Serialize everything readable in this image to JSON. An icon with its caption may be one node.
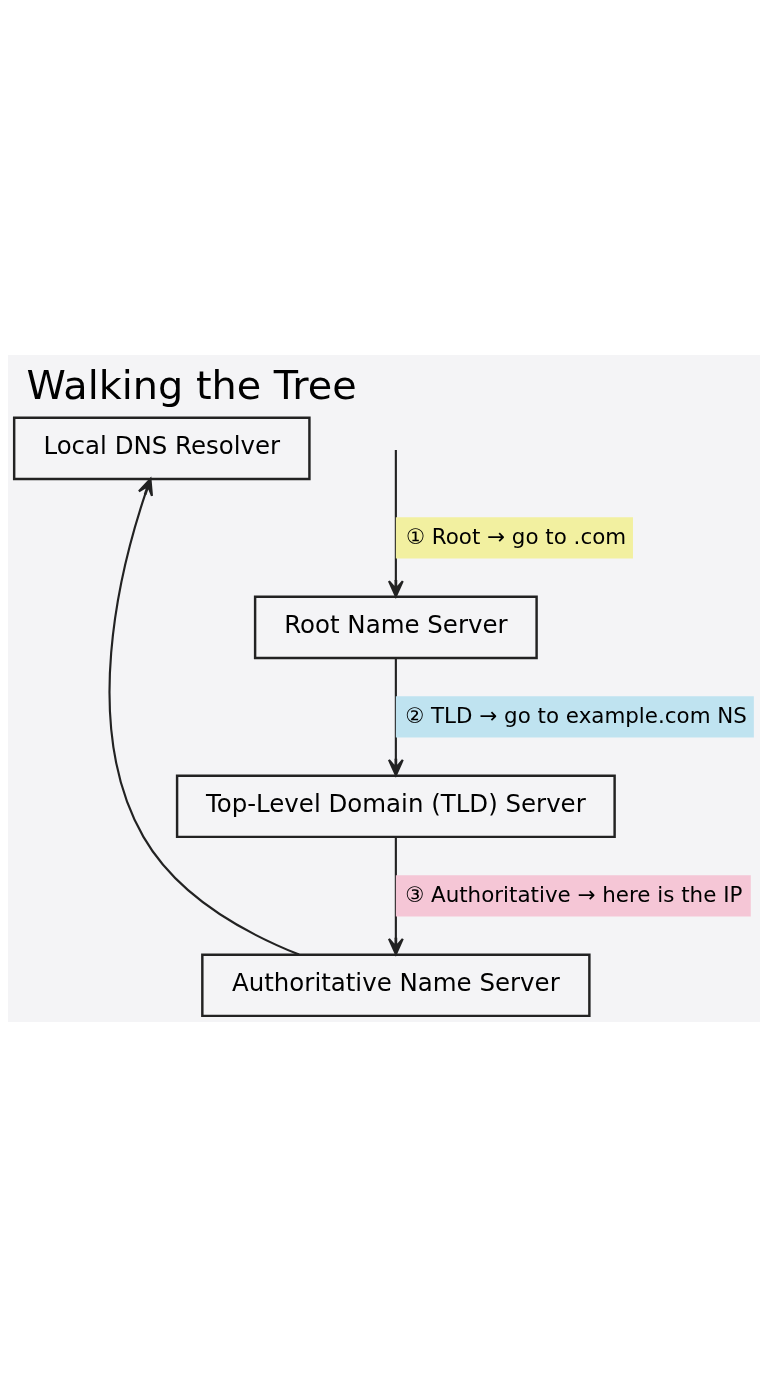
{
  "diagram": {
    "title": "Walking the Tree",
    "nodes": [
      {
        "text": [
          "Local DNS Resolver"
        ]
      },
      {
        "text": [
          "Root Name Server"
        ]
      },
      {
        "text": [
          "Top-Level Domain (TLD) Server"
        ]
      },
      {
        "text": [
          "Authoritative Name Server"
        ]
      }
    ],
    "edges": [
      {
        "from": null,
        "to": 1,
        "arrow": "to",
        "label": "① Root → go to .com"
      },
      {
        "from": 1,
        "to": 2,
        "arrow": "to",
        "label": "② TLD → go to example.com NS"
      },
      {
        "from": 2,
        "to": 3,
        "arrow": "to",
        "label": "③ Authoritative → here is the IP"
      },
      {
        "from": 3,
        "to": 0,
        "arrow": "to"
      }
    ]
  }
}
